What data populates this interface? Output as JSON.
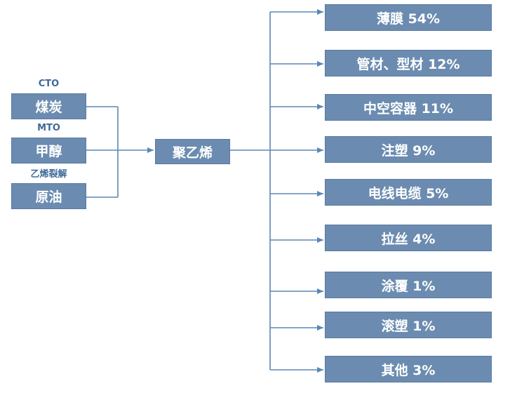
{
  "sources": [
    {
      "process": "CTO",
      "name": "煤炭"
    },
    {
      "process": "MTO",
      "name": "甲醇"
    },
    {
      "process": "乙烯裂解",
      "name": "原油"
    }
  ],
  "product": "聚乙烯",
  "applications": [
    "薄膜 54%",
    "管材、型材 12%",
    "中空容器 11%",
    "注塑 9%",
    "电线电缆 5%",
    "拉丝 4%",
    "涂覆 1%",
    "滚塑 1%",
    "其他 3%"
  ],
  "colors": {
    "box": "#6b8cb0",
    "line": "#5b87b6",
    "label": "#3f6a98"
  }
}
